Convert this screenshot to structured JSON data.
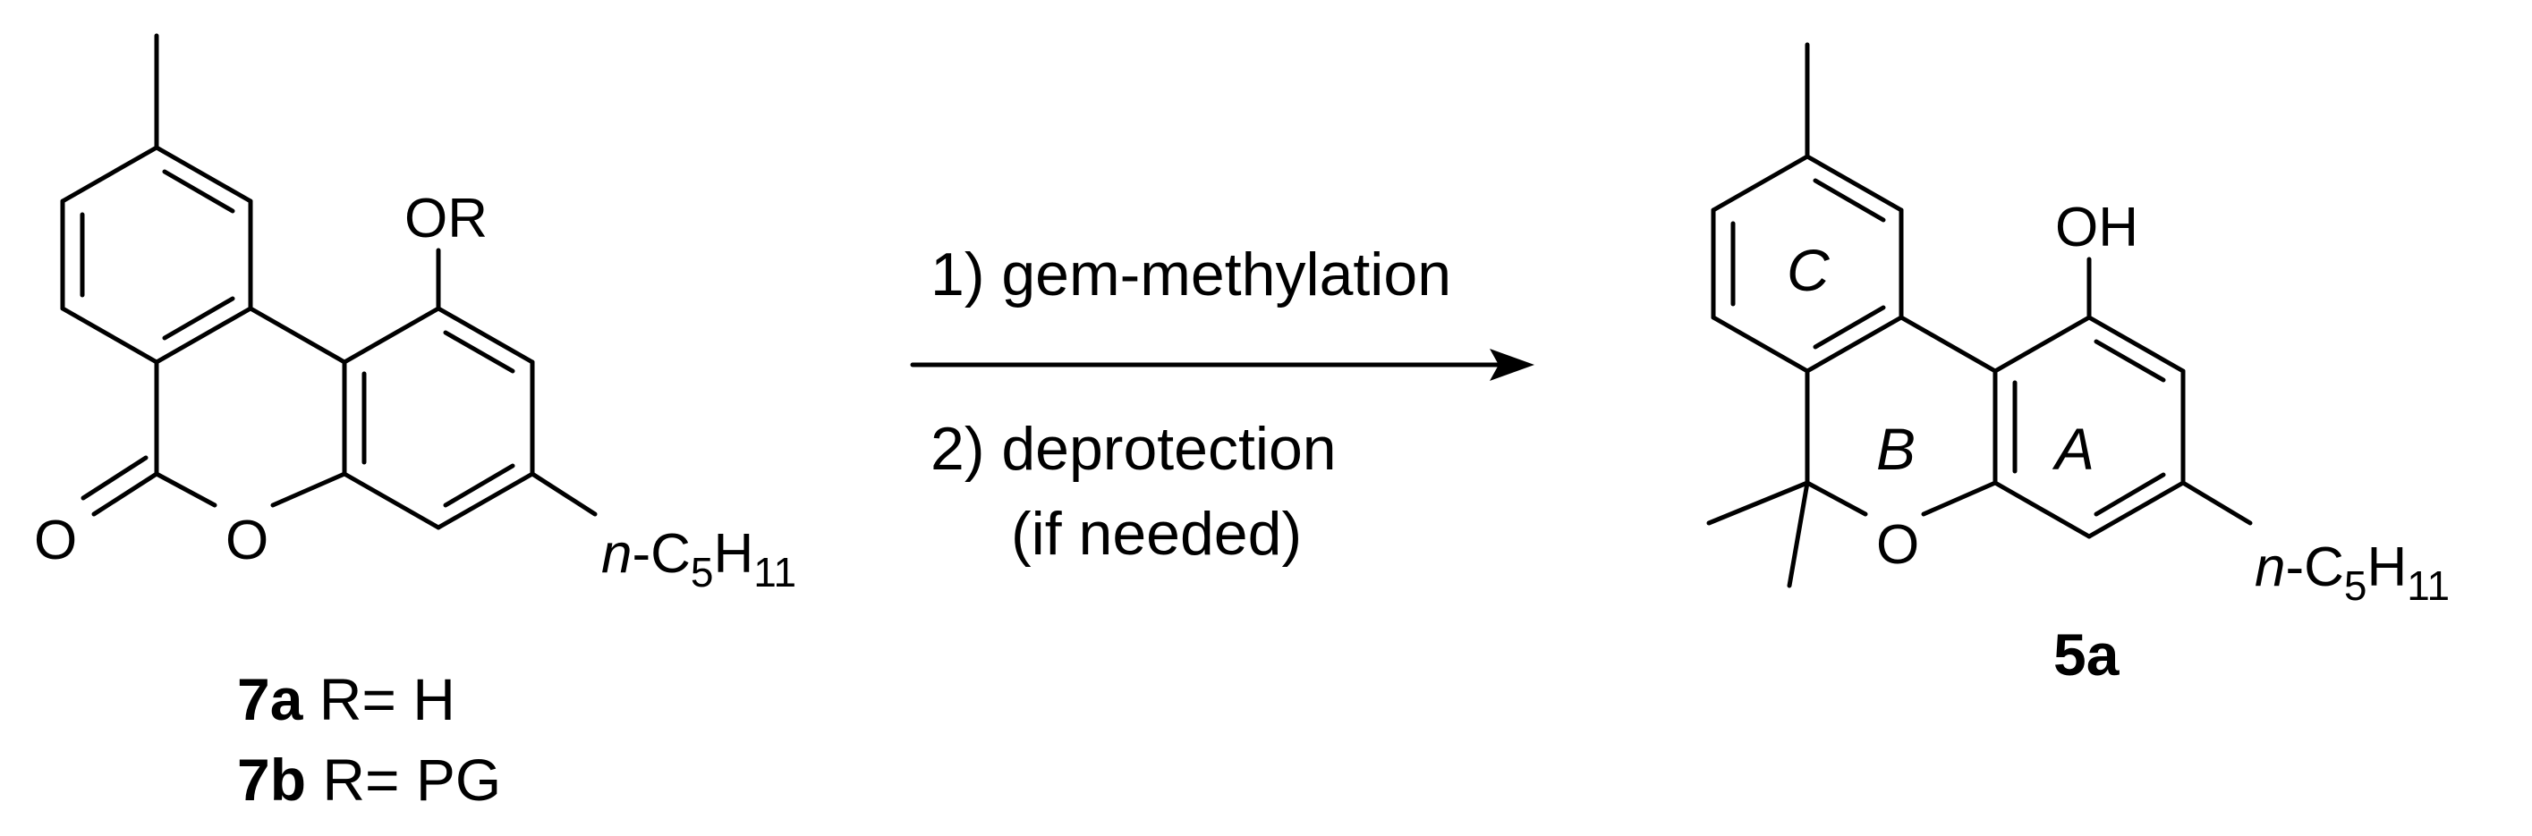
{
  "reactant": {
    "substituent_OR": "OR",
    "carbonyl_O": "O",
    "ring_O": "O",
    "alkyl": {
      "prefix": "n",
      "dash": "-C",
      "sub1": "5",
      "mid": "H",
      "sub2": "11"
    },
    "labels": [
      {
        "id": "7a",
        "text": " R= H"
      },
      {
        "id": "7b",
        "text": " R= PG"
      }
    ]
  },
  "reaction": {
    "step1": "1) gem-methylation",
    "step2": "2) deprotection",
    "step3": "(if needed)"
  },
  "product": {
    "hydroxyl": "OH",
    "ring_O": "O",
    "ring_labels": {
      "A": "A",
      "B": "B",
      "C": "C"
    },
    "alkyl": {
      "prefix": "n",
      "dash": "-C",
      "sub1": "5",
      "mid": "H",
      "sub2": "11"
    },
    "label": "5a"
  }
}
